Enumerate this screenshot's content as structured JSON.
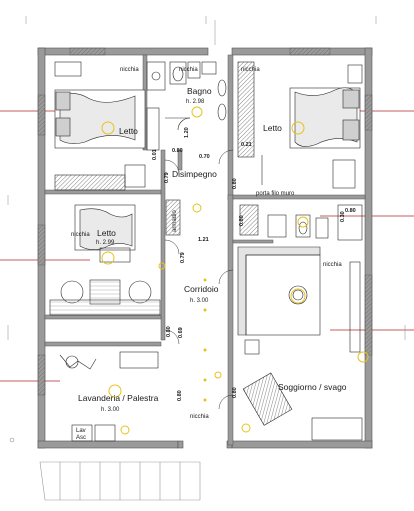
{
  "rooms": {
    "bagno": {
      "name": "Bagno",
      "height": "h. 2.98"
    },
    "letto_left": {
      "name": "Letto"
    },
    "letto_right": {
      "name": "Letto"
    },
    "disimpegno": {
      "name": "Disimpegno"
    },
    "letto_mid": {
      "name": "Letto",
      "height": "h. 2.99"
    },
    "corridoio": {
      "name": "Corridoio",
      "height": "h. 3.00"
    },
    "soggiorno": {
      "name": "Soggiorno / svago"
    },
    "lavanderia": {
      "name": "Lavanderia / Palestra",
      "height": "h. 3.00"
    }
  },
  "labels": {
    "nicchia_1": "nicchia",
    "nicchia_2": "nicchia",
    "nicchia_3": "nicchia",
    "nicchia_4": "nicchia",
    "nicchia_5": "nicchia",
    "nicchia_6": "nicchia",
    "armadio": "armadio",
    "porta_filo_muro": "porta filo muro",
    "lav_asc": [
      "Lav",
      "Asc"
    ]
  },
  "dimensions": {
    "d080_a": "0.80",
    "d070": "0.70",
    "d120": "1.20",
    "d001": "0.01",
    "d021": "0.21",
    "d079_a": "0.79",
    "d080_b": "0.80",
    "d080_c": "0.80",
    "d121": "1.21",
    "d030": "0.30",
    "d079_b": "0.79",
    "d080_d": "0.80",
    "d069": "0.69",
    "d080_e": "0.80",
    "d080_f": "0.80"
  },
  "colors": {
    "wall": "#9a9a9a",
    "line": "#2a2a2a",
    "light_fixture": "#e8c21c",
    "grid_line": "#b3272d",
    "hatch": "#555555"
  }
}
